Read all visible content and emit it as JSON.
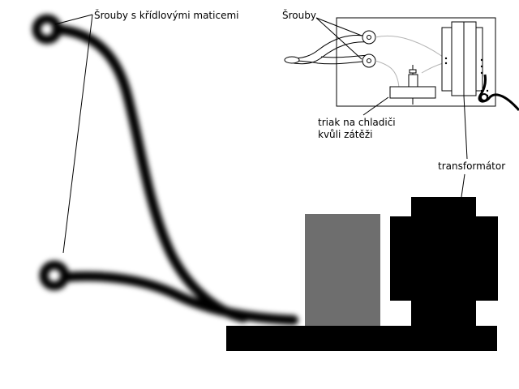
{
  "labels": {
    "wing_screws": "Šrouby s křídlovými maticemi",
    "screws": "Šrouby",
    "triac_line1": "triak na chladiči",
    "triac_line2": "kvůli zátěži",
    "transformer": "transformátor"
  },
  "colors": {
    "ink": "#000000",
    "core": "#6e6e6e",
    "wire_thin": "#b4b4b4",
    "background": "#ffffff"
  }
}
